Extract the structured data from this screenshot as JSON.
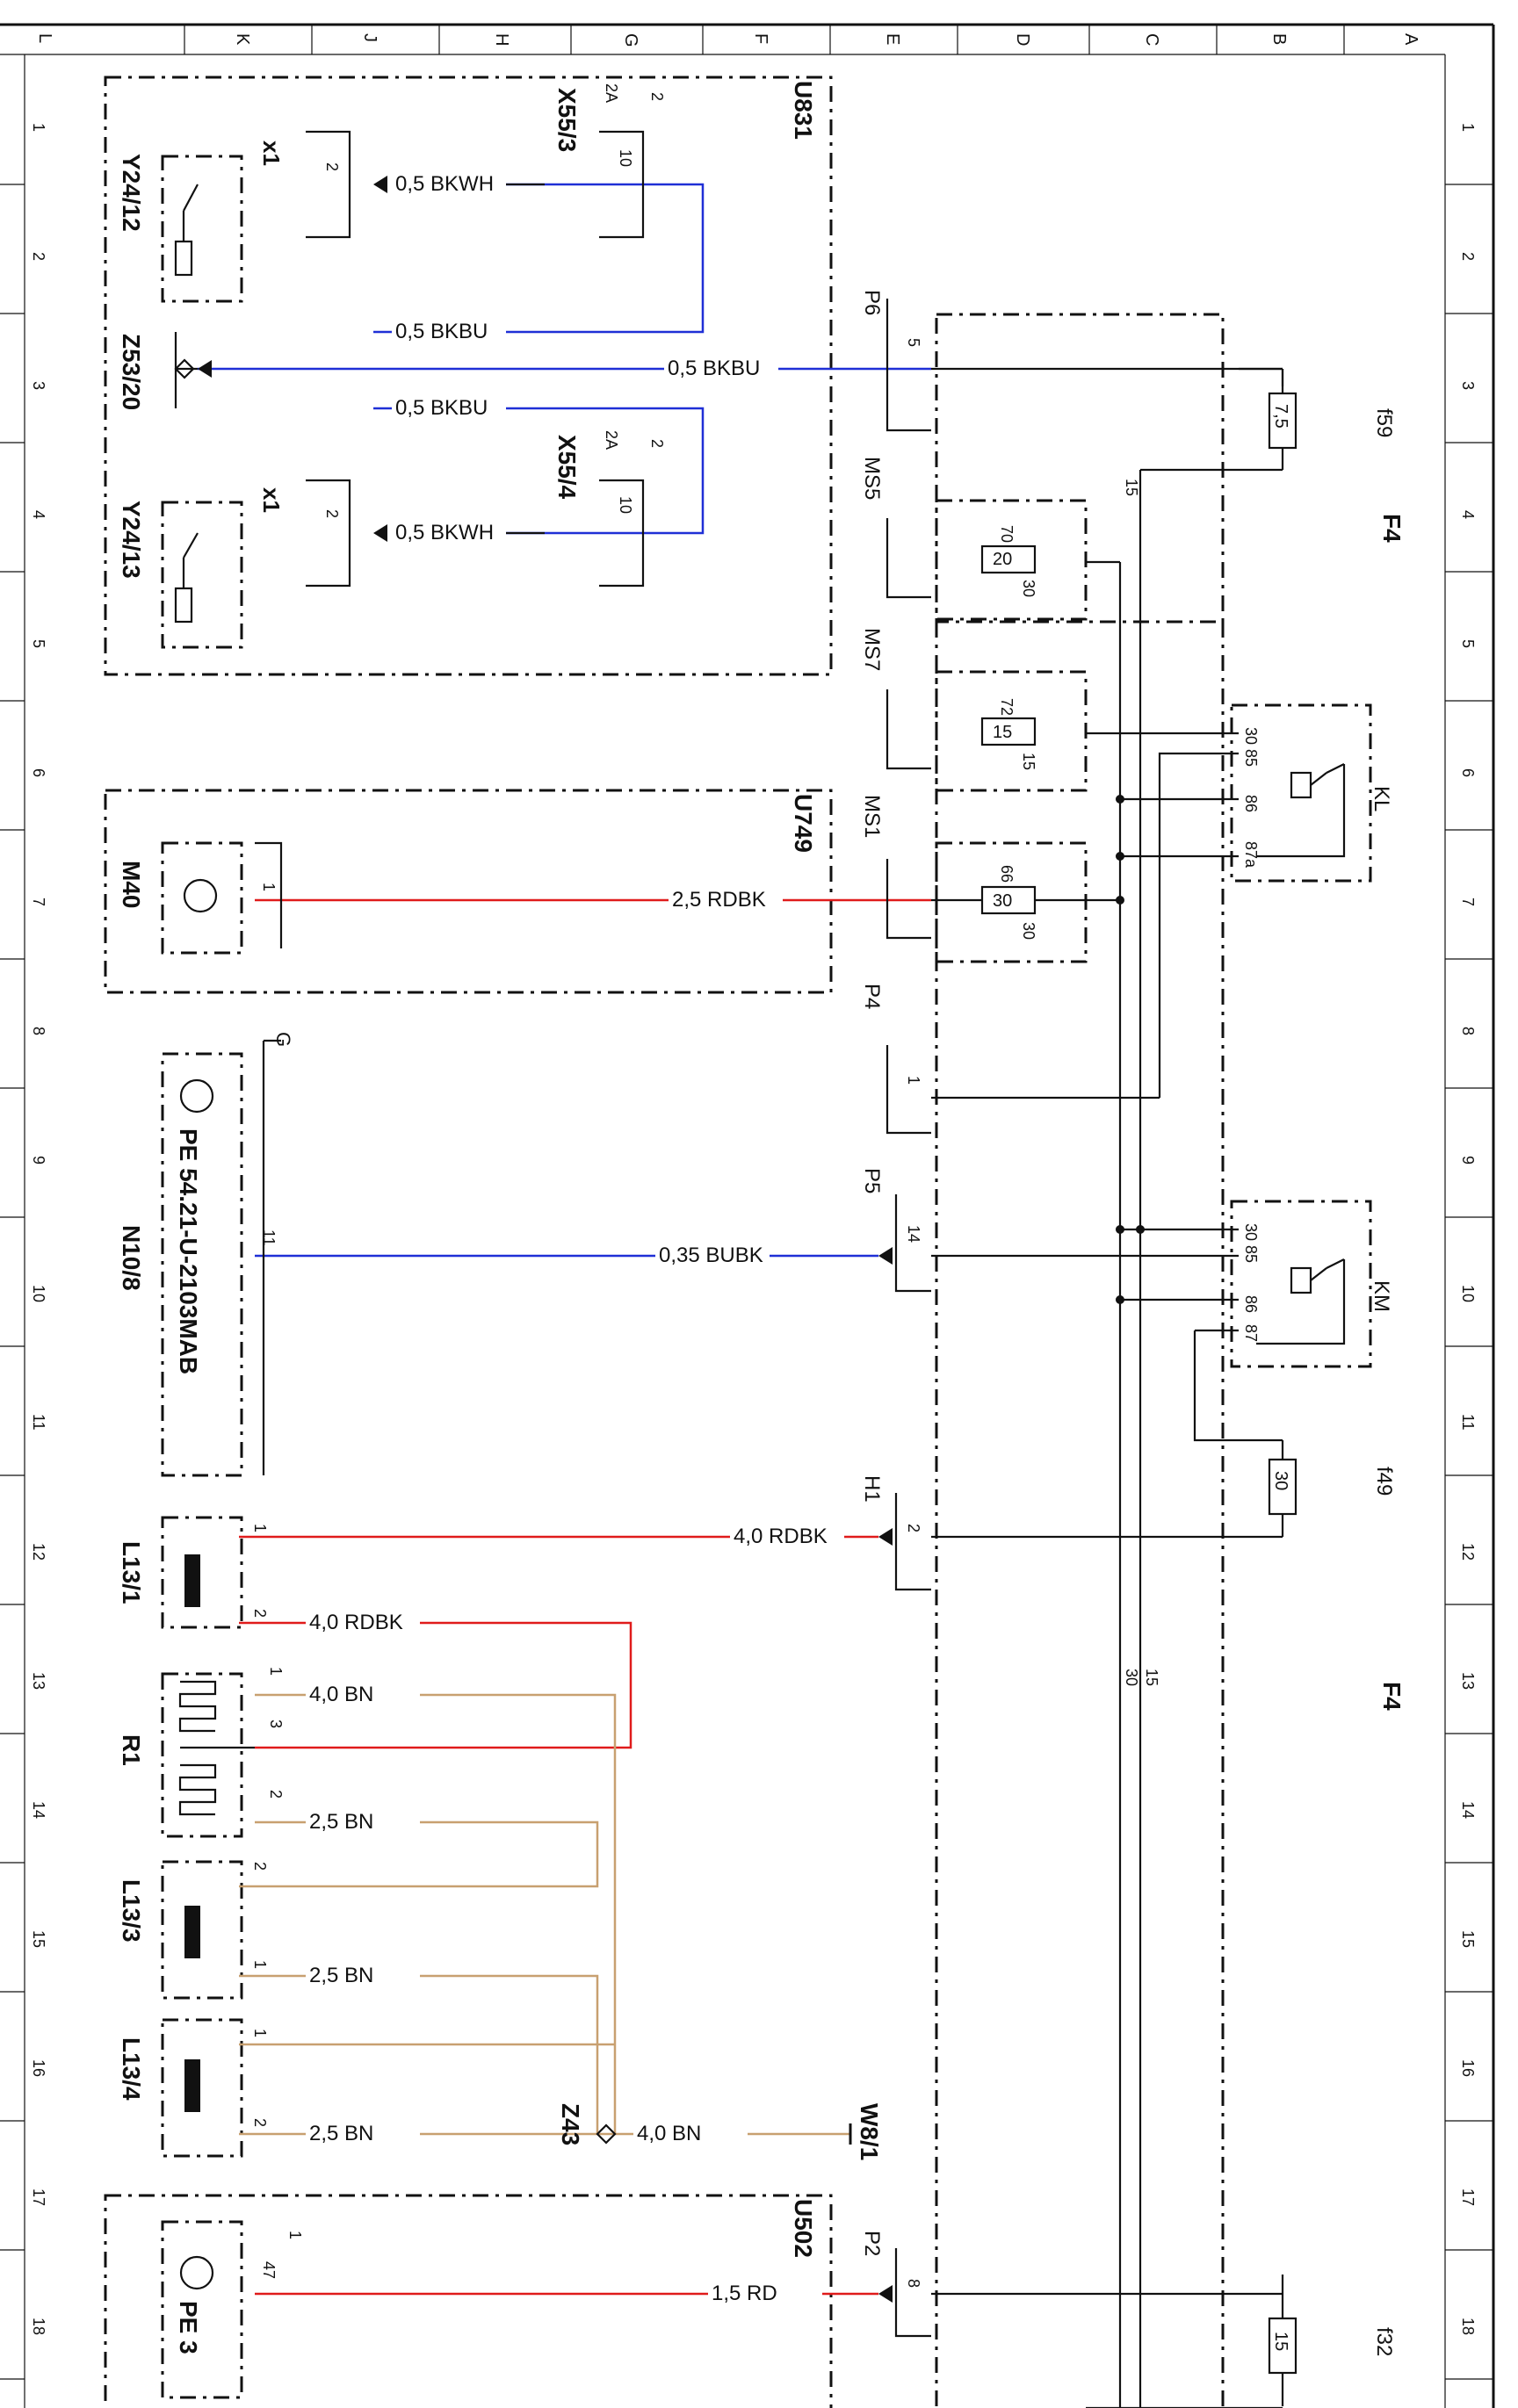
{
  "columns": [
    "L",
    "K",
    "J",
    "H",
    "G",
    "F",
    "E",
    "D",
    "C",
    "B",
    "A"
  ],
  "rows": [
    "1",
    "2",
    "3",
    "4",
    "5",
    "6",
    "7",
    "8",
    "9",
    "10",
    "11",
    "12",
    "13",
    "14",
    "15",
    "16",
    "17",
    "18"
  ],
  "colors": {
    "blue": "#1f2fd6",
    "red": "#e01b1b",
    "brown": "#c8a070",
    "line": "#111111"
  },
  "components": {
    "u831": "U831",
    "u749": "U749",
    "u502": "U502",
    "x55_3": "X55/3",
    "x55_4": "X55/4",
    "y24_12": "Y24/12",
    "y24_13": "Y24/13",
    "z53_20": "Z53/20",
    "x1a": "x1",
    "x1b": "x1",
    "m40": "M40",
    "n10_8": "N10/8",
    "pe_a": "PE 54.21-U-2103MAB",
    "pe_b": "PE 3",
    "l13_1": "L13/1",
    "l13_3": "L13/3",
    "l13_4": "L13/4",
    "r1": "R1",
    "z43": "Z43",
    "w8_1": "W8/1",
    "f4_top": "F4",
    "f4_bot": "F4",
    "kl": "KL",
    "km": "KM",
    "f59": "f59",
    "f49": "f49",
    "f32": "f32",
    "g": "G"
  },
  "connectors": {
    "p6": "P6",
    "p4": "P4",
    "p5": "P5",
    "p2": "P2",
    "h1": "H1",
    "ms5": "MS5",
    "ms7": "MS7",
    "ms1": "MS1"
  },
  "wires": {
    "w1": "0,5 BKWH",
    "w2": "0,5 BKBU",
    "w3": "0,5 BKBU",
    "w4": "0,5 BKBU",
    "w5": "0,5 BKWH",
    "w6": "2,5 RDBK",
    "w7": "0,35 BUBK",
    "w8": "4,0 RDBK",
    "w9": "4,0 RDBK",
    "w10": "4,0 BN",
    "w11": "2,5 BN",
    "w12": "2,5 BN",
    "w13": "2,5 BN",
    "w14": "4,0 BN",
    "w15": "1,5 RD"
  },
  "fuses": {
    "f59": "7,5",
    "f49": "30",
    "f32": "15",
    "ms5": "20",
    "ms7": "15",
    "ms1": "30"
  },
  "pins": {
    "x55_3_a": "2",
    "x55_3_b": "2A",
    "x55_3_c": "10",
    "x55_4_a": "2",
    "x55_4_b": "2A",
    "x55_4_c": "10",
    "x1a": "2",
    "x1b": "2",
    "p6": "5",
    "p4": "1",
    "p5": "14",
    "h1": "2",
    "p2": "8",
    "m40": "1",
    "n10": "11",
    "u502": "47",
    "u502b": "1",
    "l131_1": "1",
    "l131_2": "2",
    "r1_1": "1",
    "r1_3": "3",
    "r1_2": "2",
    "l133_2": "2",
    "l133_1": "1",
    "l134_1": "1",
    "l134_2": "2",
    "ms5_a": "70",
    "ms5_b": "30",
    "ms7_a": "72",
    "ms7_b": "15",
    "ms1_a": "66",
    "ms1_b": "30",
    "kl_30": "30",
    "kl_85": "85",
    "kl_86": "86",
    "kl_87a": "87a",
    "km_30": "30",
    "km_85": "85",
    "km_86": "86",
    "km_87": "87",
    "bus15a": "15",
    "bus15b": "15",
    "bus30": "30"
  }
}
